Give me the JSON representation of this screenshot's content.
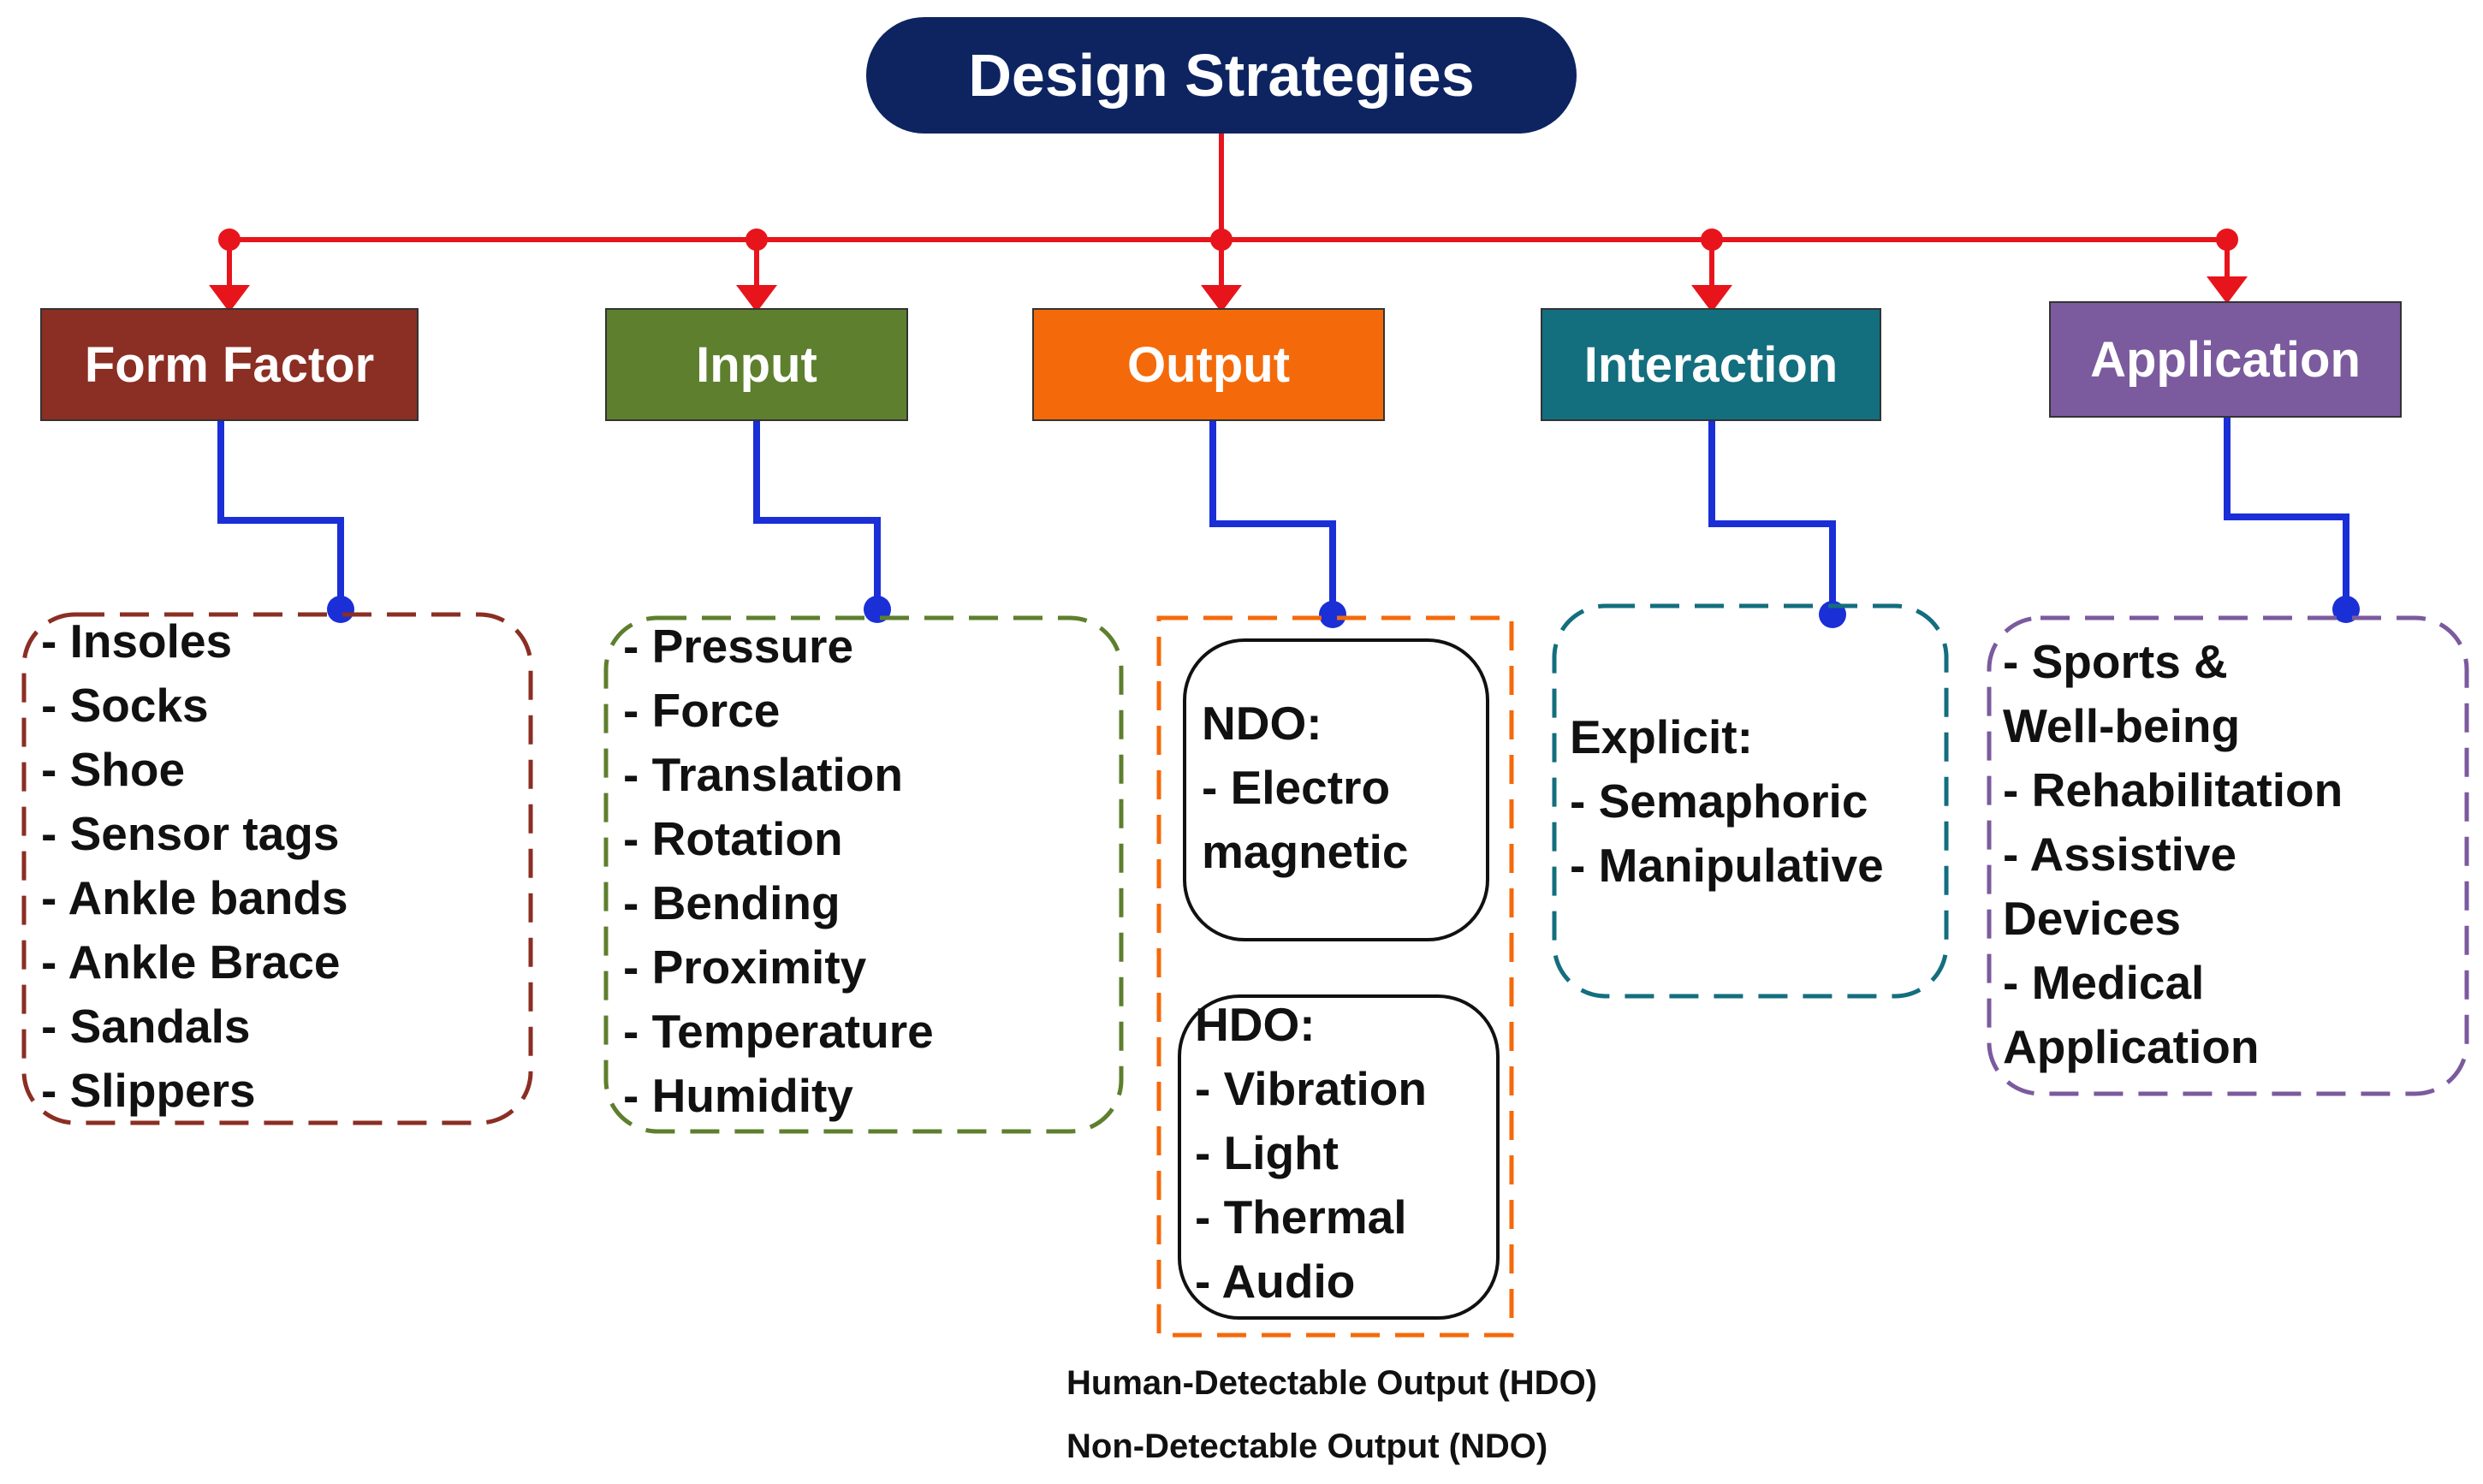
{
  "root": {
    "label": "Design Strategies",
    "color": "#0d2461"
  },
  "categories": [
    {
      "label": "Form Factor",
      "color": "#8b2e23",
      "items": [
        "- Insoles",
        "- Socks",
        "- Shoe",
        "- Sensor tags",
        "- Ankle bands",
        "- Ankle Brace",
        "- Sandals",
        "- Slippers"
      ]
    },
    {
      "label": "Input",
      "color": "#5e7f2e",
      "items": [
        "- Pressure",
        "- Force",
        "- Translation",
        "- Rotation",
        "- Bending",
        "- Proximity",
        "- Temperature",
        "- Humidity"
      ]
    },
    {
      "label": "Output",
      "color": "#f46a0a",
      "ndo": {
        "title": "NDO:",
        "lines": [
          "- Electro",
          "magnetic"
        ]
      },
      "hdo": {
        "title": "HDO:",
        "lines": [
          "- Vibration",
          "- Light",
          "- Thermal",
          "- Audio"
        ]
      }
    },
    {
      "label": "Interaction",
      "color": "#136e7e",
      "title": "Explicit:",
      "items": [
        "- Semaphoric",
        "- Manipulative"
      ]
    },
    {
      "label": "Application",
      "color": "#7b5a9e",
      "items": [
        "- Sports &",
        "Well-being",
        "- Rehabilitation",
        "- Assistive",
        "Devices",
        "- Medical",
        "Application"
      ]
    }
  ],
  "legend": {
    "hdo": "Human-Detectable Output (HDO)",
    "ndo": "Non-Detectable Output (NDO)"
  },
  "connector_colors": {
    "top": "#e8141c",
    "down": "#1a2fd6"
  }
}
